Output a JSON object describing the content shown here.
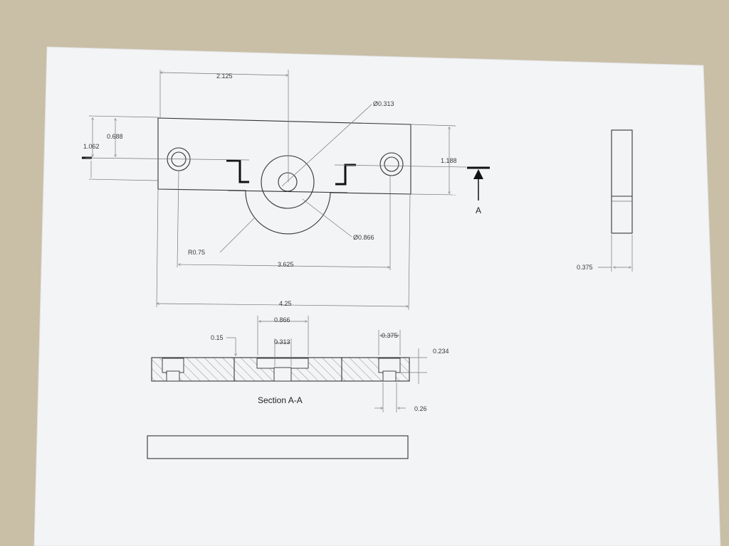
{
  "drawing": {
    "colors": {
      "background": "#c9bea6",
      "paper": "#f3f4f6",
      "line": "#333333",
      "dim_line": "#777777"
    },
    "dimensions": {
      "top_width": "2.125",
      "hole_small_dia": "Ø0.313",
      "dim_0688": "0.688",
      "dim_1062": "1.062",
      "dim_1188": "1.188",
      "boss_dia": "Ø0.866",
      "radius": "R0.75",
      "hole_span": "3.625",
      "overall_width": "4.25",
      "thickness": "0.375",
      "counterbore_dia": "0.866",
      "through_dia": "0.313",
      "cb_depth": "0.15",
      "end_cb_dia": "0.375",
      "end_depth": "0.234",
      "end_hole": "0.26"
    },
    "section_marker": "A",
    "section_caption": "Section A-A"
  }
}
